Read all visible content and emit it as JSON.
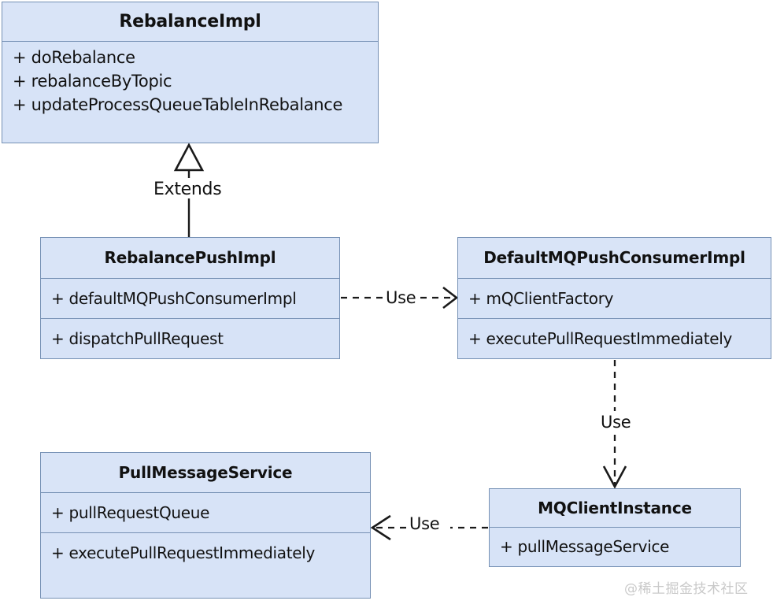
{
  "diagram": {
    "type": "uml-class-diagram",
    "background_color": "#ffffff",
    "class_fill_color": "#d7e3f7",
    "class_border_color": "#7590b4",
    "text_color": "#111111",
    "classes": [
      {
        "id": "rebalance-impl",
        "name": "RebalanceImpl",
        "members": [
          "+ doRebalance",
          "+ rebalanceByTopic",
          "+ updateProcessQueueTableInRebalance"
        ]
      },
      {
        "id": "rebalance-push-impl",
        "name": "RebalancePushImpl",
        "attributes": [
          "+ defaultMQPushConsumerImpl"
        ],
        "operations": [
          "+ dispatchPullRequest"
        ]
      },
      {
        "id": "default-mq-push-consumer-impl",
        "name": "DefaultMQPushConsumerImpl",
        "attributes": [
          "+ mQClientFactory"
        ],
        "operations": [
          "+ executePullRequestImmediately"
        ]
      },
      {
        "id": "pull-message-service",
        "name": "PullMessageService",
        "attributes": [
          "+ pullRequestQueue"
        ],
        "operations": [
          "+ executePullRequestImmediately"
        ]
      },
      {
        "id": "mq-client-instance",
        "name": "MQClientInstance",
        "attributes": [
          "+ pullMessageService"
        ]
      }
    ],
    "relations": [
      {
        "id": "extends-rebalance",
        "label": "Extends",
        "from": "rebalance-push-impl",
        "to": "rebalance-impl",
        "style": "solid",
        "arrowhead": "hollow-triangle"
      },
      {
        "id": "use-push-to-consumer",
        "label": "Use",
        "from": "rebalance-push-impl",
        "to": "default-mq-push-consumer-impl",
        "style": "dashed",
        "arrowhead": "open"
      },
      {
        "id": "use-consumer-to-instance",
        "label": "Use",
        "from": "default-mq-push-consumer-impl",
        "to": "mq-client-instance",
        "style": "dashed",
        "arrowhead": "open"
      },
      {
        "id": "use-instance-to-pullservice",
        "label": "Use",
        "from": "mq-client-instance",
        "to": "pull-message-service",
        "style": "dashed",
        "arrowhead": "open"
      }
    ]
  },
  "watermark": {
    "text": "@稀土掘金技术社区",
    "color": "#c9c9c9"
  }
}
